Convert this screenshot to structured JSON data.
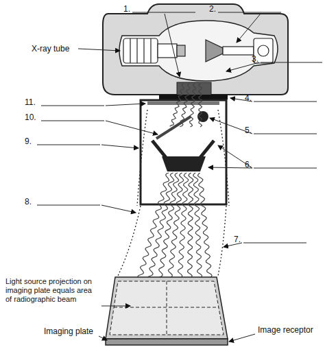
{
  "diagram": {
    "labels": [
      "1.",
      "2.",
      "3.",
      "4.",
      "5.",
      "6.",
      "7.",
      "8.",
      "9.",
      "10.",
      "11.",
      "X-ray tube",
      "Light source projection on imaging plate equals area of radiographic beam",
      "Imaging plate",
      "Image receptor"
    ]
  }
}
